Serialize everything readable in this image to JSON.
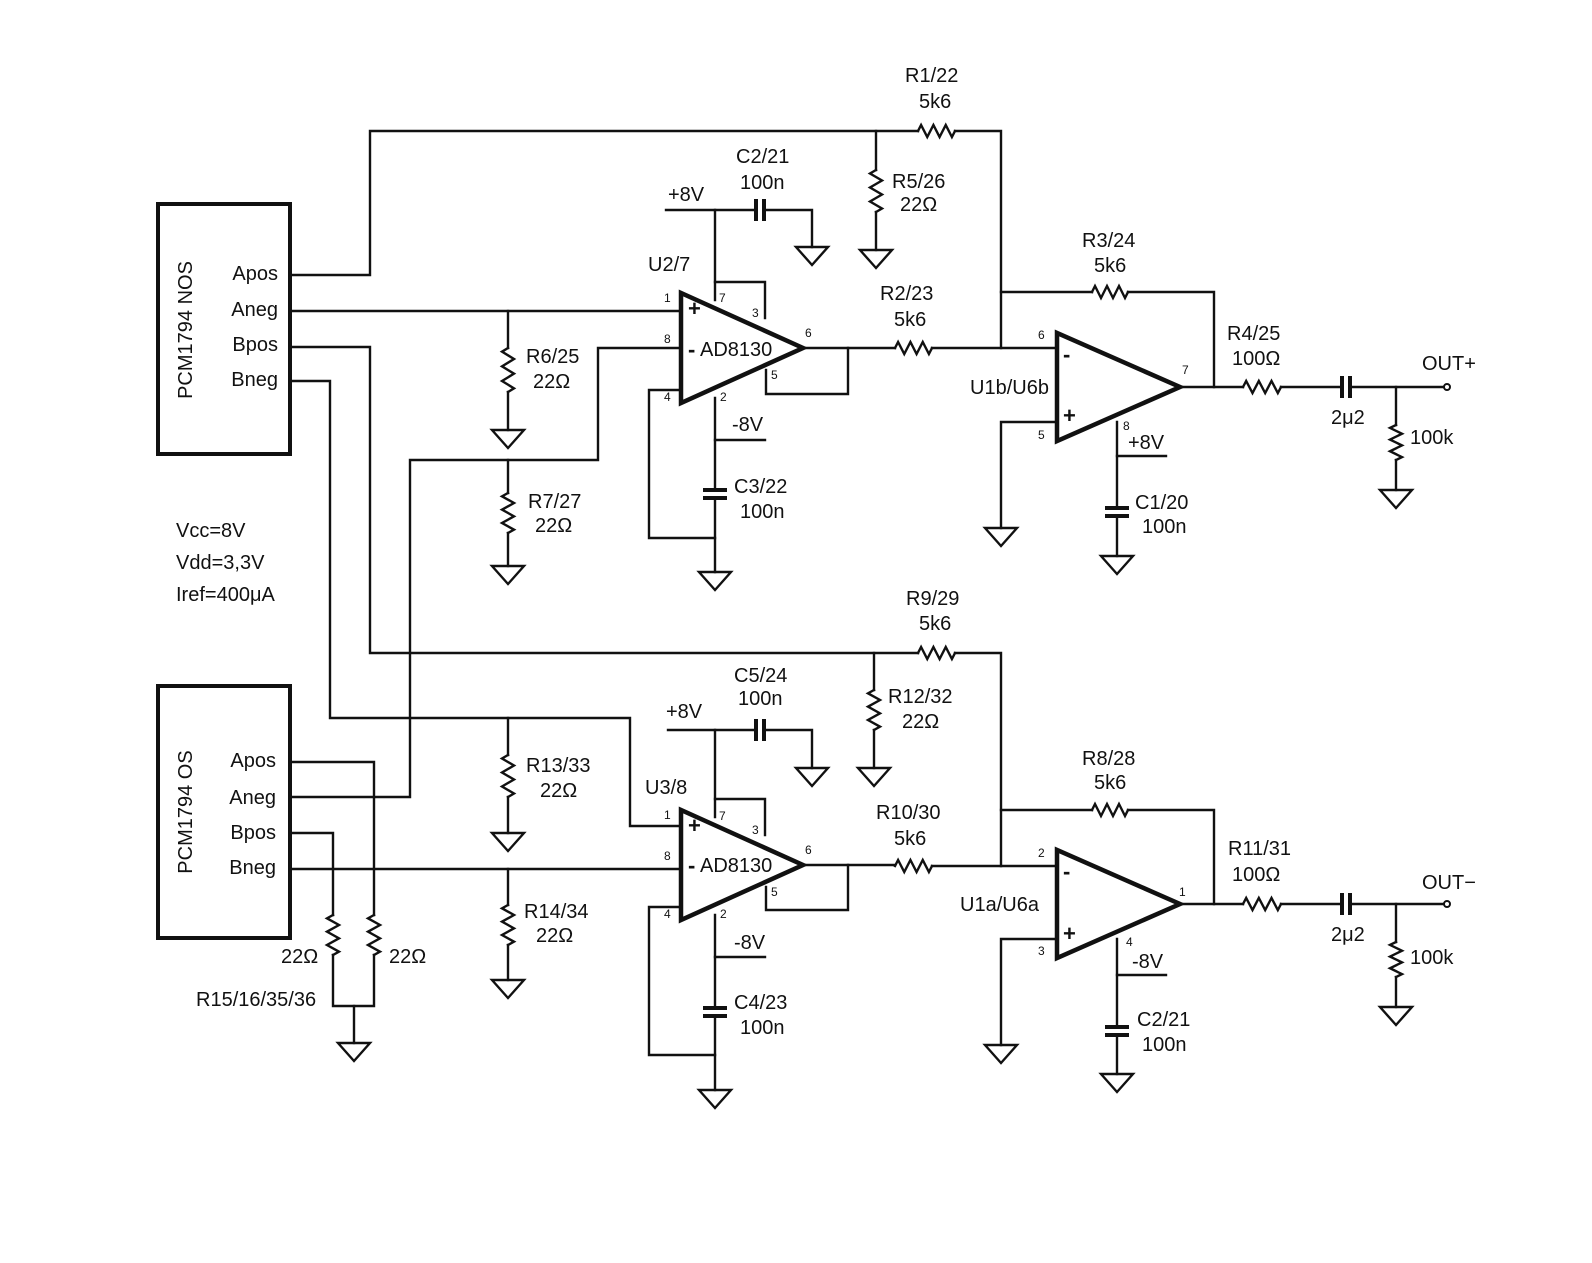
{
  "chips": {
    "nos": {
      "label": "PCM1794 NOS",
      "pins": [
        "Apos",
        "Aneg",
        "Bpos",
        "Bneg"
      ]
    },
    "os": {
      "label": "PCM1794 OS",
      "pins": [
        "Apos",
        "Aneg",
        "Bpos",
        "Bneg"
      ]
    }
  },
  "supply": {
    "vcc": "Vcc=8V",
    "vdd": "Vdd=3,3V",
    "iref": "Iref=400μA"
  },
  "rails": {
    "pos": "+8V",
    "neg": "-8V"
  },
  "symbols": {
    "plus": "+",
    "minus": "-"
  },
  "top": {
    "r1": {
      "ref": "R1/22",
      "val": "5k6"
    },
    "r5": {
      "ref": "R5/26",
      "val": "22Ω"
    },
    "c2": {
      "ref": "C2/21",
      "val": "100n"
    },
    "u2": {
      "ref": "U2/7",
      "part": "AD8130",
      "pins": [
        "1",
        "7",
        "3",
        "8",
        "6",
        "5",
        "4",
        "2"
      ]
    },
    "r6": {
      "ref": "R6/25",
      "val": "22Ω"
    },
    "r7": {
      "ref": "R7/27",
      "val": "22Ω"
    },
    "c3": {
      "ref": "C3/22",
      "val": "100n"
    },
    "r2": {
      "ref": "R2/23",
      "val": "5k6"
    },
    "r3": {
      "ref": "R3/24",
      "val": "5k6"
    },
    "u1": {
      "ref": "U1b/U6b",
      "pins": [
        "6",
        "5",
        "7",
        "8"
      ]
    },
    "c1": {
      "ref": "C1/20",
      "val": "100n"
    },
    "r4": {
      "ref": "R4/25",
      "val": "100Ω"
    },
    "cout": {
      "val": "2μ2"
    },
    "rload": {
      "val": "100k"
    },
    "out": "OUT+"
  },
  "bottom": {
    "r9": {
      "ref": "R9/29",
      "val": "5k6"
    },
    "r12": {
      "ref": "R12/32",
      "val": "22Ω"
    },
    "c5": {
      "ref": "C5/24",
      "val": "100n"
    },
    "u3": {
      "ref": "U3/8",
      "part": "AD8130",
      "pins": [
        "1",
        "7",
        "3",
        "8",
        "6",
        "5",
        "4",
        "2"
      ]
    },
    "r13": {
      "ref": "R13/33",
      "val": "22Ω"
    },
    "r14": {
      "ref": "R14/34",
      "val": "22Ω"
    },
    "c4": {
      "ref": "C4/23",
      "val": "100n"
    },
    "r10": {
      "ref": "R10/30",
      "val": "5k6"
    },
    "r8": {
      "ref": "R8/28",
      "val": "5k6"
    },
    "u1": {
      "ref": "U1a/U6a",
      "pins": [
        "2",
        "3",
        "1",
        "4"
      ]
    },
    "c2": {
      "ref": "C2/21",
      "val": "100n"
    },
    "r11": {
      "ref": "R11/31",
      "val": "100Ω"
    },
    "cout": {
      "val": "2μ2"
    },
    "rload": {
      "val": "100k"
    },
    "out": "OUT−",
    "r15a": {
      "val": "22Ω"
    },
    "r15b": {
      "val": "22Ω"
    },
    "r15ref": "R15/16/35/36"
  }
}
